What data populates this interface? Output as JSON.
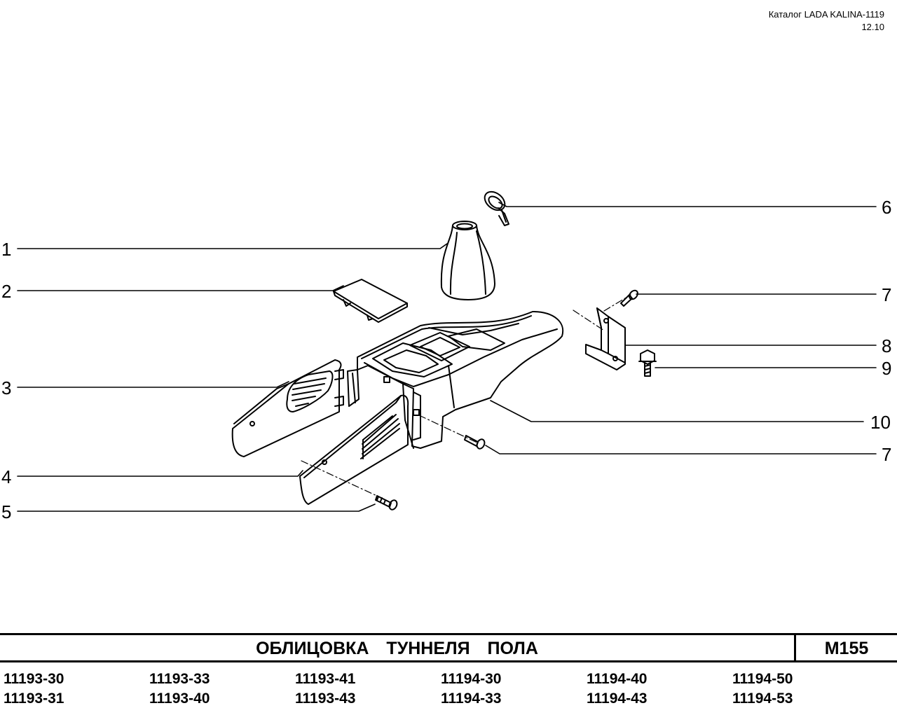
{
  "header": {
    "catalog": "Каталог LADA KALINA-1119",
    "date": "12.10"
  },
  "callouts": [
    "1",
    "2",
    "3",
    "4",
    "5",
    "6",
    "7",
    "8",
    "9",
    "10",
    "7"
  ],
  "title": {
    "text": "ОБЛИЦОВКА   ТУННЕЛЯ   ПОЛА",
    "code": "M155"
  },
  "models": [
    [
      "11193-30",
      "11193-31"
    ],
    [
      "11193-33",
      "11193-40"
    ],
    [
      "11193-41",
      "11193-43"
    ],
    [
      "11194-30",
      "11194-33"
    ],
    [
      "11194-40",
      "11194-43"
    ],
    [
      "11194-50",
      "11194-53"
    ]
  ]
}
